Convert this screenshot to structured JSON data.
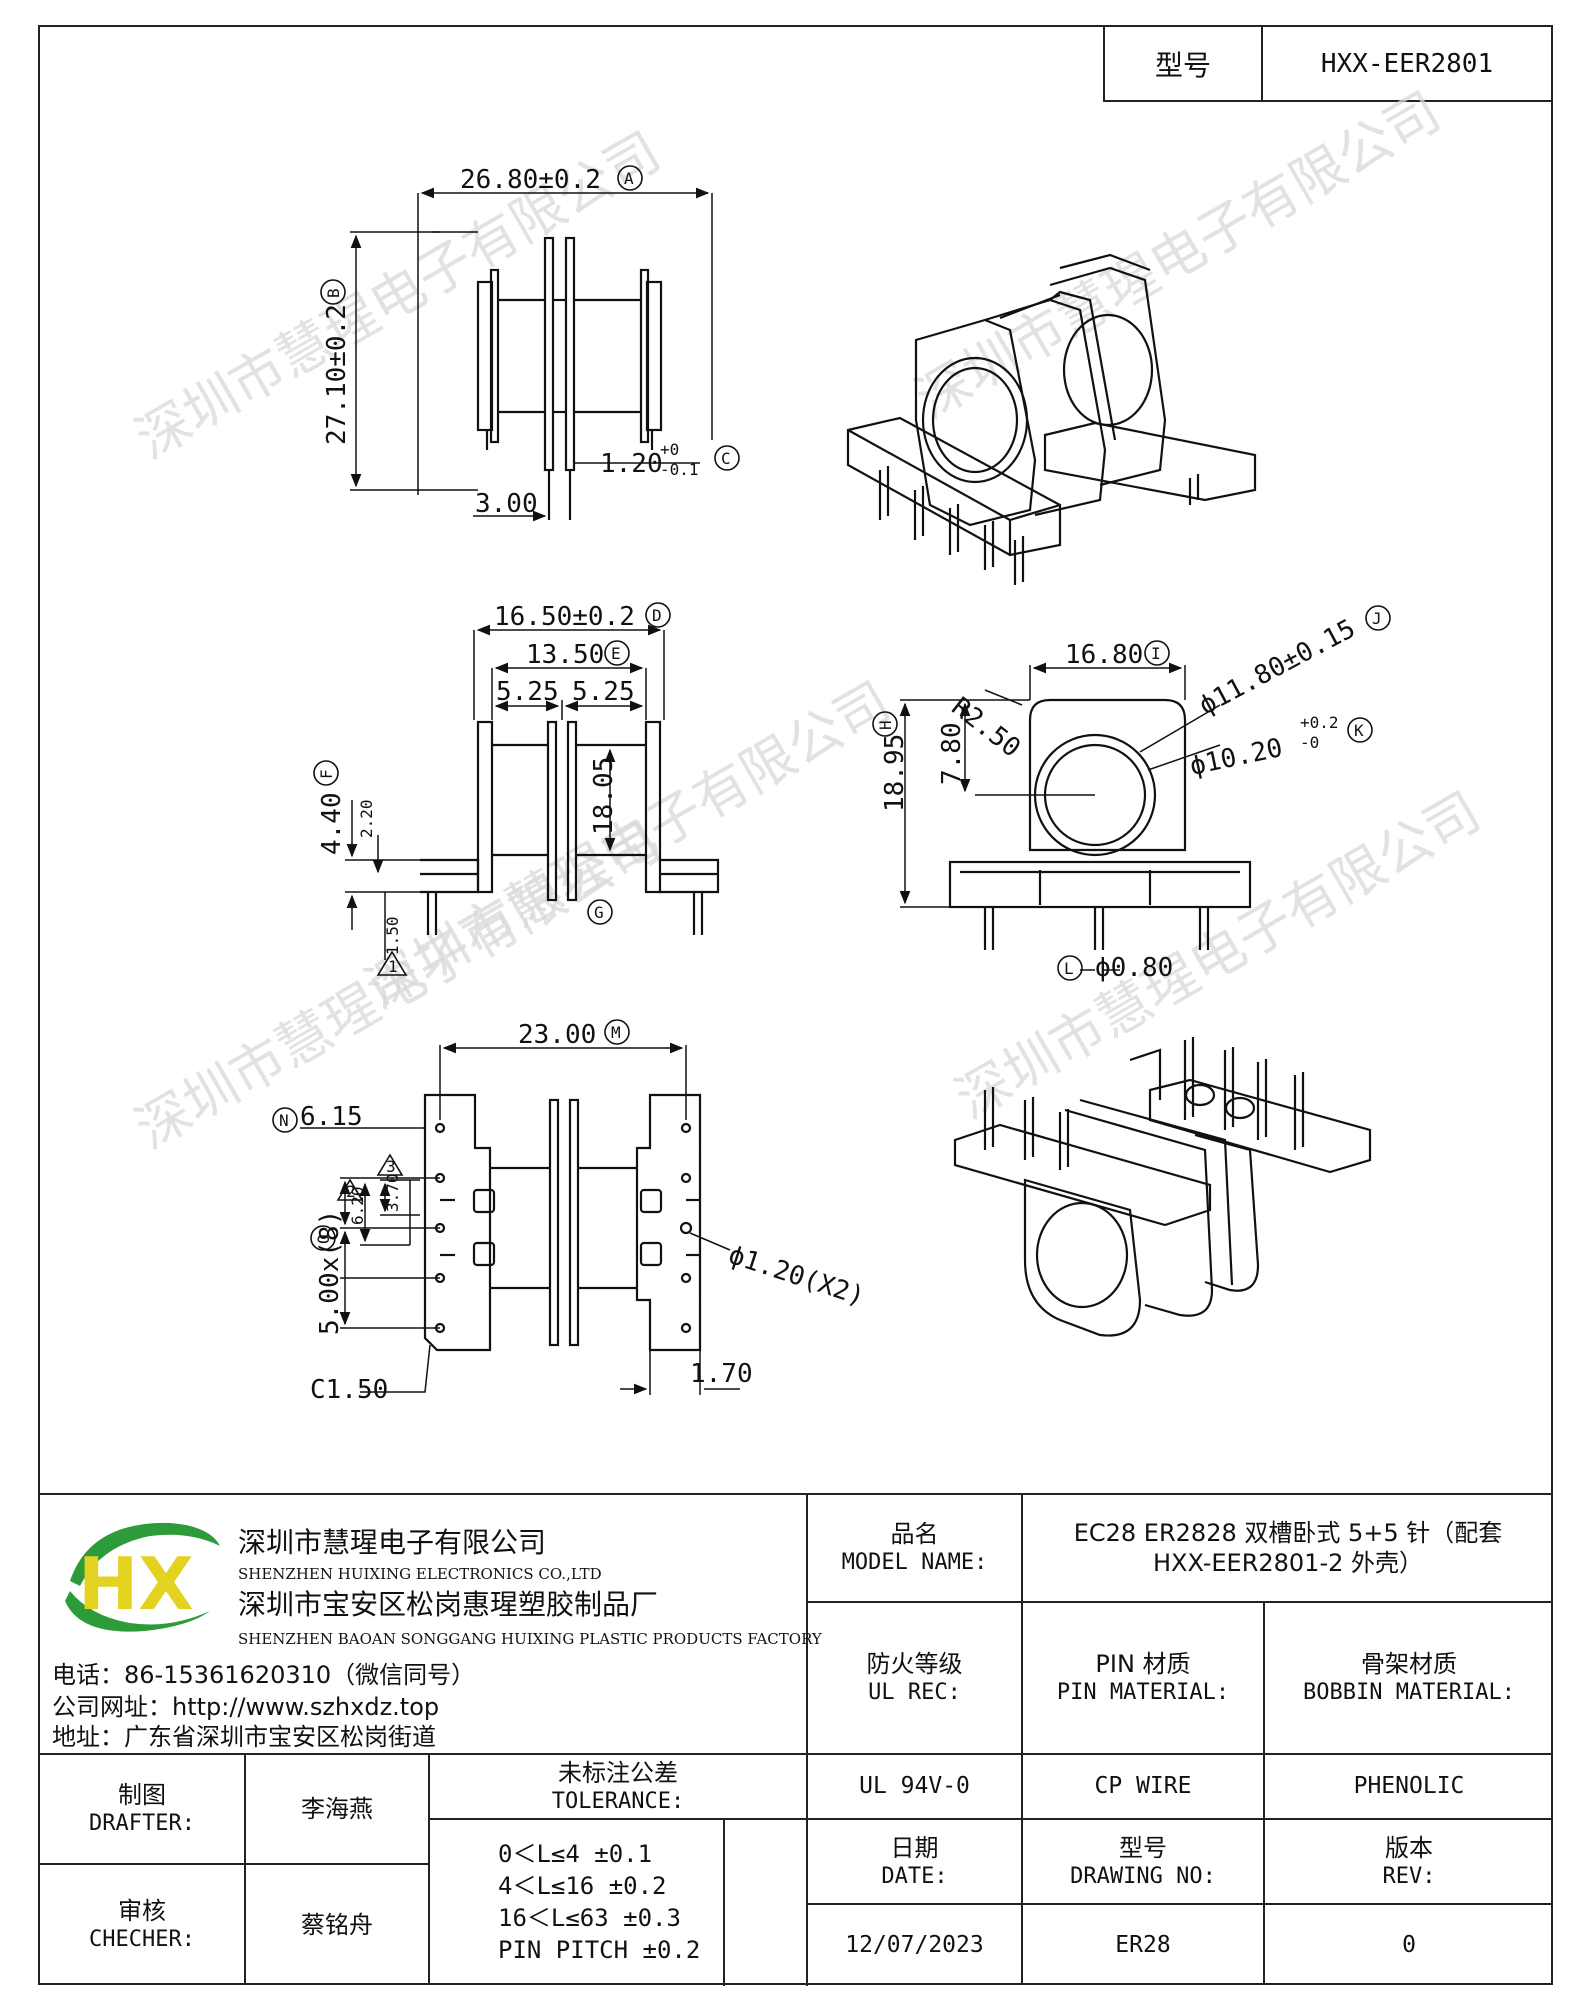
{
  "header": {
    "model_label": "型号",
    "model_value": "HXX-EER2801"
  },
  "dimensions": {
    "view_top": {
      "width": "26.80±0.2",
      "width_ref": "A",
      "height": "27.10±0.2",
      "height_ref": "B",
      "slot": "1.20",
      "slot_tol_plus": "+0",
      "slot_tol_minus": "-0.1",
      "slot_ref": "C",
      "bottom": "3.00"
    },
    "view_side": {
      "width_outer": "16.50±0.2",
      "width_outer_ref": "D",
      "width_inner": "13.50",
      "width_inner_ref": "E",
      "half_left": "5.25",
      "half_right": "5.25",
      "core": "18.05",
      "height_a": "4.40",
      "height_a_ref": "F",
      "height_b": "2.20",
      "pin": "1.50",
      "pin_ref": "1",
      "ref_g": "G"
    },
    "view_front": {
      "width": "16.80",
      "width_ref": "I",
      "radius": "R2.50",
      "dia_outer": "ϕ11.80±0.15",
      "dia_outer_ref": "J",
      "dia_inner": "ϕ10.20",
      "dia_inner_tol_plus": "+0.2",
      "dia_inner_tol_minus": "-0",
      "dia_inner_ref": "K",
      "height": "18.95",
      "height_ref": "H",
      "center": "7.80",
      "pin_dia": "ϕ0.80",
      "pin_ref": "L"
    },
    "view_bottom": {
      "width": "23.00",
      "width_ref": "M",
      "edge": "6.15",
      "edge_ref": "N",
      "pitch_a": "6.20",
      "pitch_a_ref": "2",
      "pitch_b": "3.70",
      "pitch_b_ref": "3",
      "pitch": "5.00x(8)",
      "pitch_ref": "O",
      "chamfer": "C1.50",
      "hole": "ϕ1.20(X2)",
      "offset": "1.70"
    }
  },
  "watermark": "深圳市慧瑆电子有限公司",
  "company": {
    "name_cn": "深圳市慧瑆电子有限公司",
    "name_en": "SHENZHEN HUIXING ELECTRONICS CO.,LTD",
    "factory_cn": "深圳市宝安区松岗惠瑆塑胶制品厂",
    "factory_en": "SHENZHEN BAOAN SONGGANG HUIXING PLASTIC PRODUCTS FACTORY",
    "phone": "电话：86-15361620310（微信同号）",
    "website": "公司网址：http://www.szhxdz.top",
    "address": "地址：广东省深圳市宝安区松岗街道",
    "logo_text": "HX",
    "colors": {
      "green": "#2e9b3a",
      "yellow": "#e3d21f"
    }
  },
  "title_block": {
    "model_name_cn": "品名",
    "model_name_en": "MODEL NAME:",
    "model_name_value_1": "EC28 ER2828 双槽卧式 5+5 针（配套",
    "model_name_value_2": "HXX-EER2801-2 外壳）",
    "fire_cn": "防火等级",
    "fire_en": "UL REC:",
    "pin_cn": "PIN 材质",
    "pin_en": "PIN MATERIAL:",
    "bobbin_cn": "骨架材质",
    "bobbin_en": "BOBBIN MATERIAL:",
    "fire_value": "UL 94V-0",
    "pin_value": "CP WIRE",
    "bobbin_value": "PHENOLIC",
    "drafter_cn": "制图",
    "drafter_en": "DRAFTER:",
    "drafter_name": "李海燕",
    "checker_cn": "审核",
    "checker_en": "CHECHER:",
    "checker_name": "蔡铭舟",
    "tolerance_cn": "未标注公差",
    "tolerance_en": "TOLERANCE:",
    "tolerances": [
      "0＜L≤4   ±0.1",
      "4＜L≤16  ±0.2",
      "16＜L≤63  ±0.3",
      "PIN PITCH ±0.2"
    ],
    "date_cn": "日期",
    "date_en": "DATE:",
    "date_value": "12/07/2023",
    "drawing_cn": "型号",
    "drawing_en": "DRAWING NO:",
    "drawing_value": "ER28",
    "rev_cn": "版本",
    "rev_en": "REV:",
    "rev_value": "0"
  }
}
